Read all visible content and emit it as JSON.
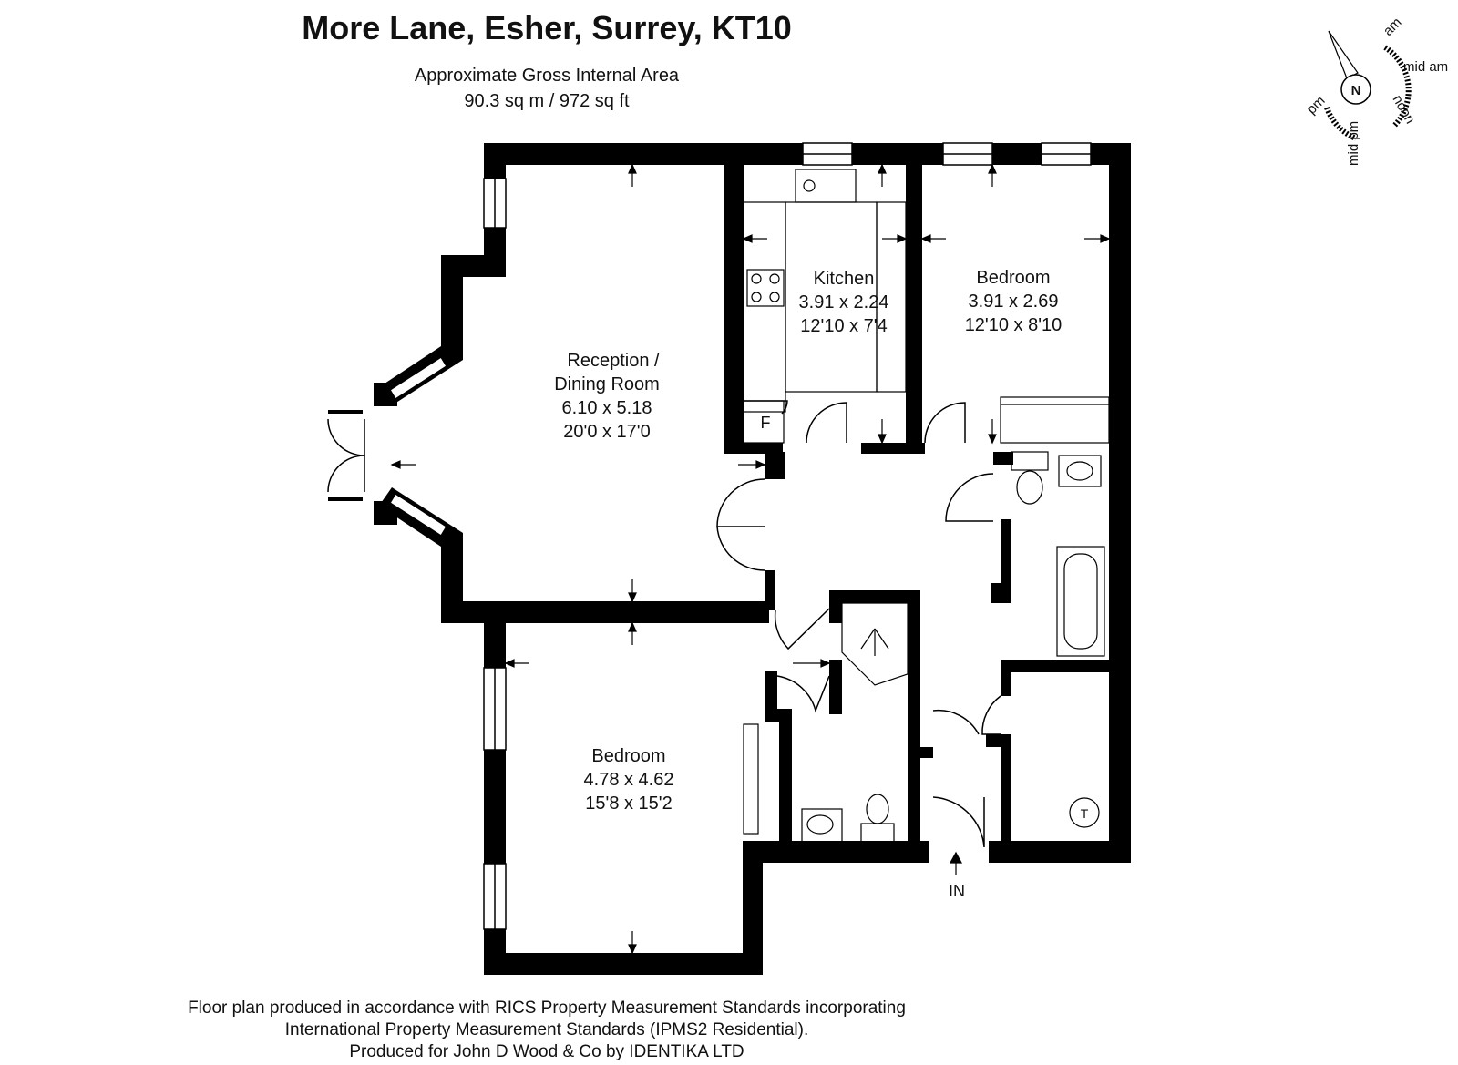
{
  "header": {
    "title": "More Lane, Esher, Surrey, KT10",
    "area_label": "Approximate Gross Internal Area",
    "area_value": "90.3 sq m / 972 sq ft"
  },
  "rooms": {
    "reception": {
      "name_line1": "Reception /",
      "name_line2": "Dining Room",
      "metric": "6.10 x 5.18",
      "imperial": "20'0 x 17'0"
    },
    "kitchen": {
      "name": "Kitchen",
      "metric": "3.91 x 2.24",
      "imperial": "12'10 x 7'4"
    },
    "bedroom1": {
      "name": "Bedroom",
      "metric": "3.91 x 2.69",
      "imperial": "12'10 x 8'10"
    },
    "bedroom2": {
      "name": "Bedroom",
      "metric": "4.78 x 4.62",
      "imperial": "15'8 x 15'2"
    }
  },
  "markers": {
    "fridge": "F",
    "tank": "T",
    "entrance": "IN"
  },
  "compass": {
    "north": "N",
    "am": "am",
    "mid_am": "mid am",
    "noon": "noon",
    "mid_pm": "mid pm",
    "pm": "pm"
  },
  "footer": {
    "line1": "Floor plan produced in accordance with RICS Property Measurement Standards incorporating",
    "line2": "International Property Measurement Standards (IPMS2 Residential).",
    "line3": "Produced for John D Wood & Co by IDENTIKA LTD"
  }
}
